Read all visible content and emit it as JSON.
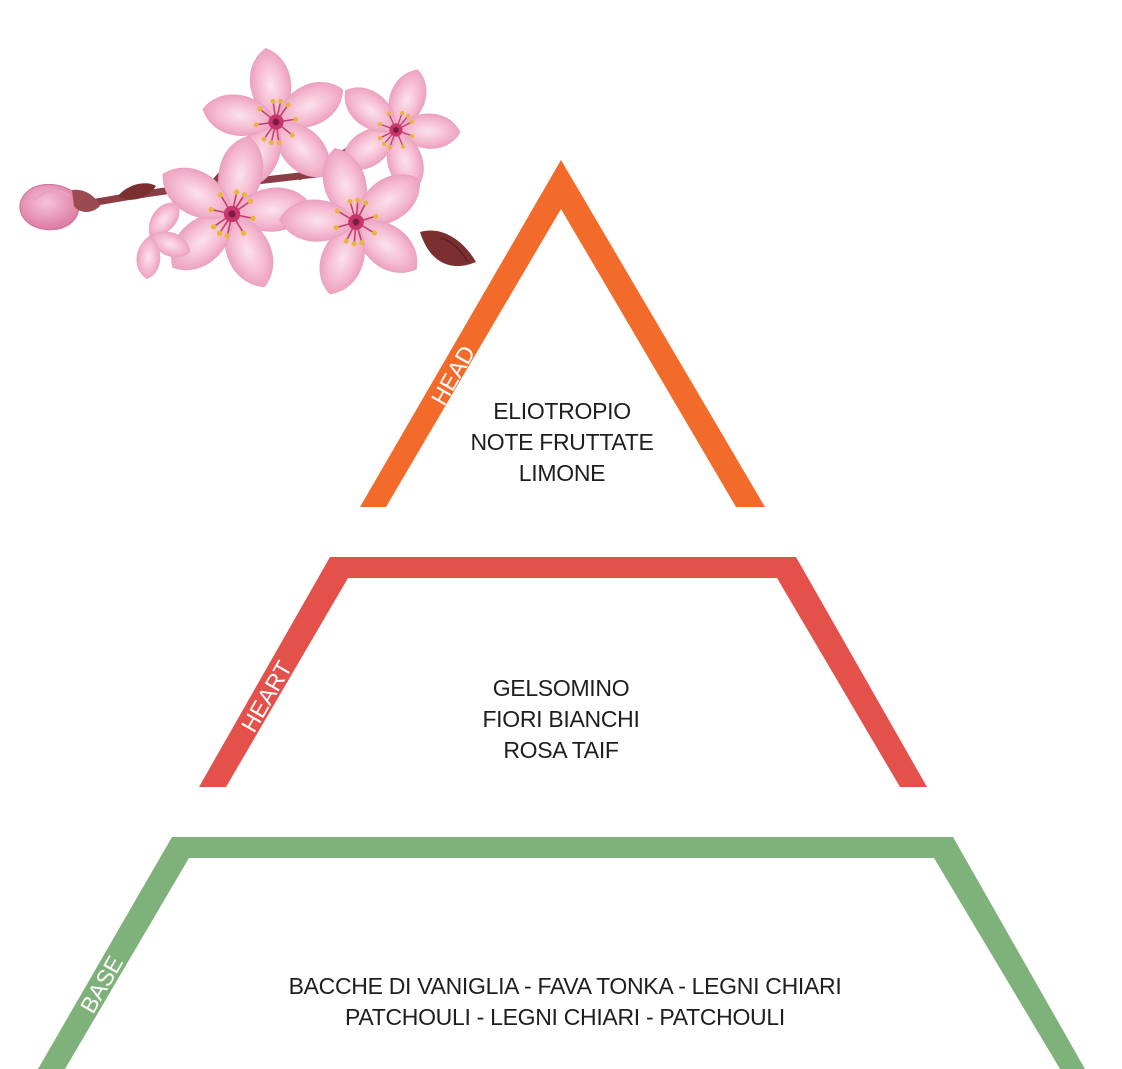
{
  "pyramid": {
    "head": {
      "label": "HEAD",
      "color": "#F36B2A",
      "notes": [
        "ELIOTROPIO",
        "NOTE FRUTTATE",
        "LIMONE"
      ]
    },
    "heart": {
      "label": "HEART",
      "color": "#E4504A",
      "notes": [
        "GELSOMINO",
        "FIORI BIANCHI",
        "ROSA TAIF"
      ]
    },
    "base": {
      "label": "BASE",
      "color": "#7FB17A",
      "notes": [
        "BACCHE DI VANIGLIA - FAVA TONKA - LEGNI CHIARI",
        "PATCHOULI - LEGNI CHIARI - PATCHOULI"
      ]
    }
  },
  "decoration": {
    "image": "cherry-blossom-branch",
    "petal_color": "#F4B8CF",
    "center_color": "#D5467A"
  }
}
